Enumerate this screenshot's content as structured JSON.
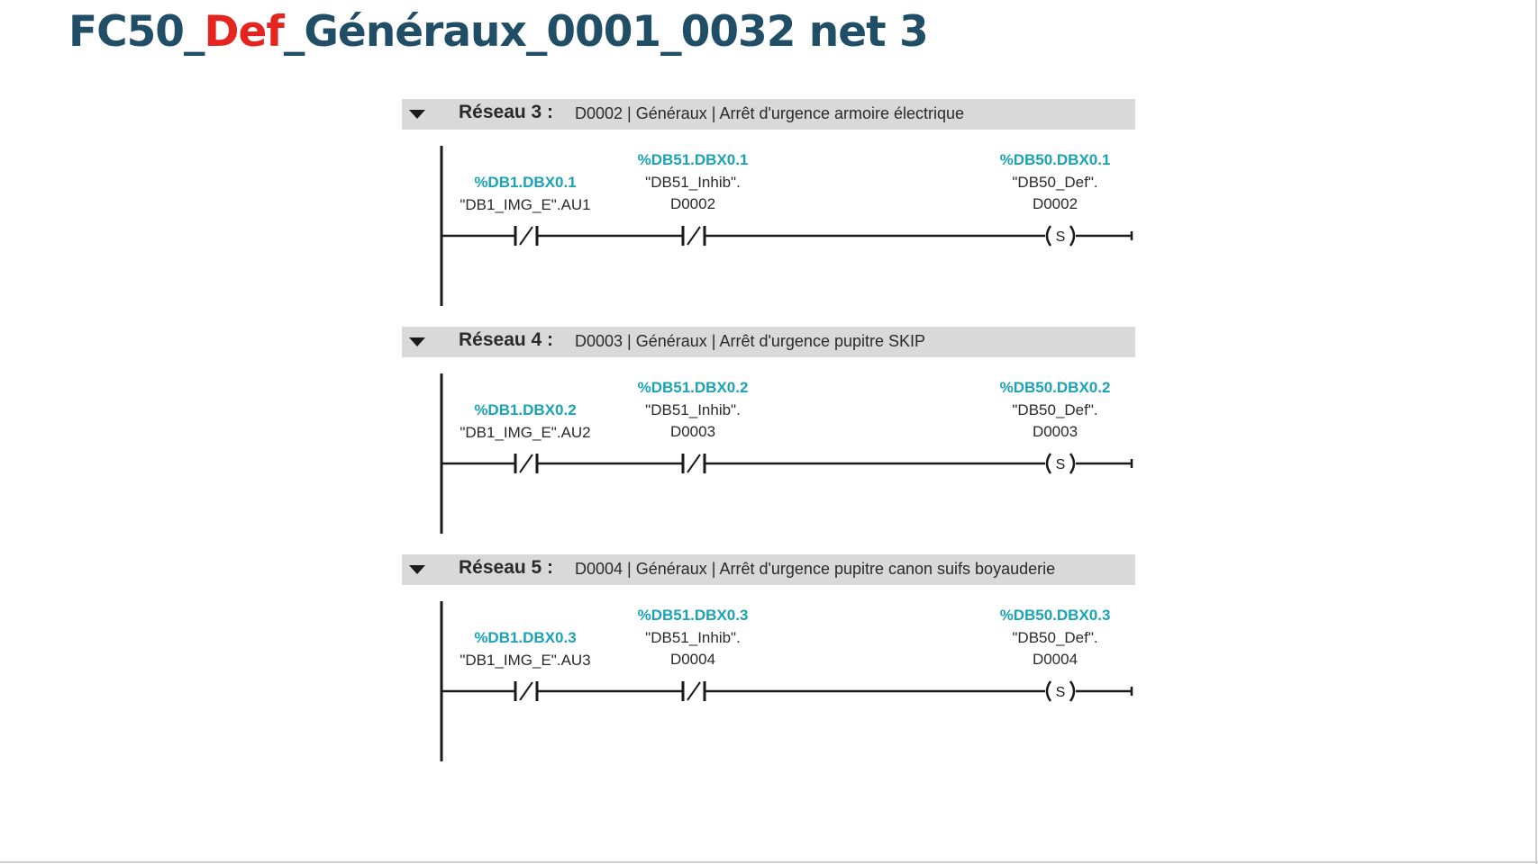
{
  "title": {
    "part1": "FC50_",
    "part2": "Def",
    "part3": "_Généraux_0001_0032 net 3",
    "color_main": "#1f4e66",
    "color_accent": "#e52420"
  },
  "networks": [
    {
      "label": "Réseau 3 :",
      "description": "D0002 | Généraux | Arrêt d'urgence armoire électrique",
      "contact1": {
        "address": "%DB1.DBX0.1",
        "symbol": "\"DB1_IMG_E\".AU1"
      },
      "contact2": {
        "address": "%DB51.DBX0.1",
        "symbol1": "\"DB51_Inhib\".",
        "symbol2": "D0002"
      },
      "coil": {
        "address": "%DB50.DBX0.1",
        "symbol1": "\"DB50_Def\".",
        "symbol2": "D0002",
        "type": "S"
      }
    },
    {
      "label": "Réseau 4 :",
      "description": "D0003 | Généraux | Arrêt d'urgence pupitre SKIP",
      "contact1": {
        "address": "%DB1.DBX0.2",
        "symbol": "\"DB1_IMG_E\".AU2"
      },
      "contact2": {
        "address": "%DB51.DBX0.2",
        "symbol1": "\"DB51_Inhib\".",
        "symbol2": "D0003"
      },
      "coil": {
        "address": "%DB50.DBX0.2",
        "symbol1": "\"DB50_Def\".",
        "symbol2": "D0003",
        "type": "S"
      }
    },
    {
      "label": "Réseau 5 :",
      "description": "D0004 | Généraux | Arrêt d'urgence pupitre canon suifs boyauderie",
      "contact1": {
        "address": "%DB1.DBX0.3",
        "symbol": "\"DB1_IMG_E\".AU3"
      },
      "contact2": {
        "address": "%DB51.DBX0.3",
        "symbol1": "\"DB51_Inhib\".",
        "symbol2": "D0004"
      },
      "coil": {
        "address": "%DB50.DBX0.3",
        "symbol1": "\"DB50_Def\".",
        "symbol2": "D0004",
        "type": "S"
      }
    }
  ],
  "colors": {
    "header_bg": "#d9d9d9",
    "address": "#1aa3b4",
    "line": "#1a1a1a"
  },
  "icons": {
    "collapse": "triangle-down-icon",
    "contact": "normally-closed-contact-icon",
    "coil": "set-coil-icon"
  }
}
